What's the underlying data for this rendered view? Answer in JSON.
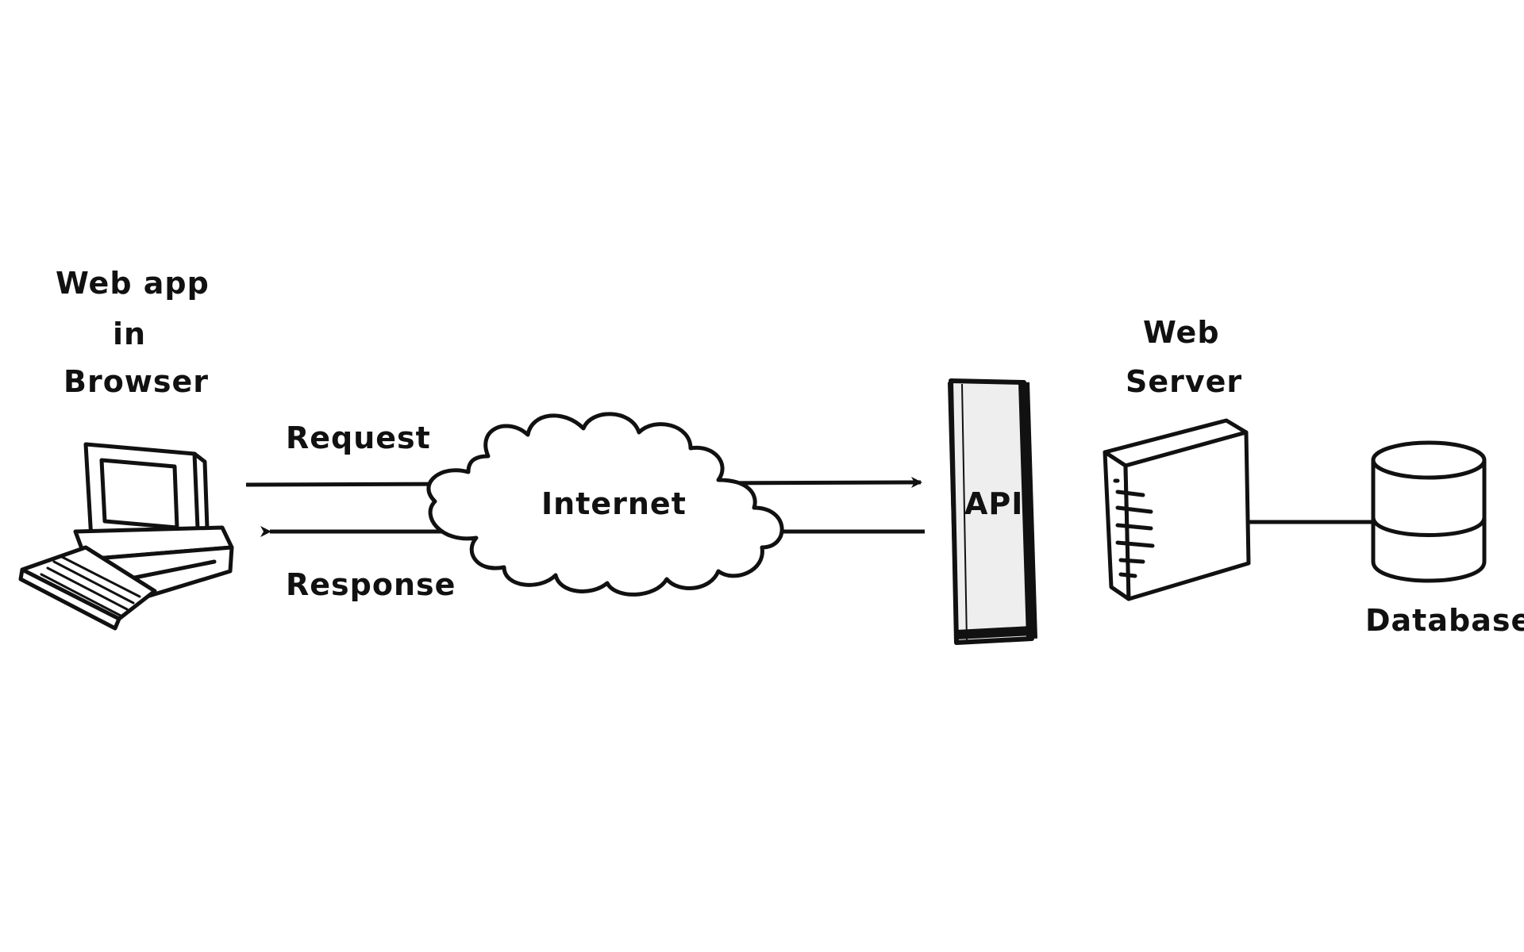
{
  "labels": {
    "client_line1": "Web app",
    "client_line2": "in",
    "client_line3": "Browser",
    "request": "Request",
    "response": "Response",
    "internet": "Internet",
    "api": "API",
    "server_line1": "Web",
    "server_line2": "Server",
    "database": "Database"
  },
  "icons": {
    "client": "desktop-computer-icon",
    "network": "cloud-icon",
    "api": "api-gateway-icon",
    "server": "server-tower-icon",
    "storage": "database-cylinder-icon"
  },
  "colors": {
    "ink": "#111111",
    "background": "#ffffff",
    "api_fill": "#eeeeee"
  }
}
